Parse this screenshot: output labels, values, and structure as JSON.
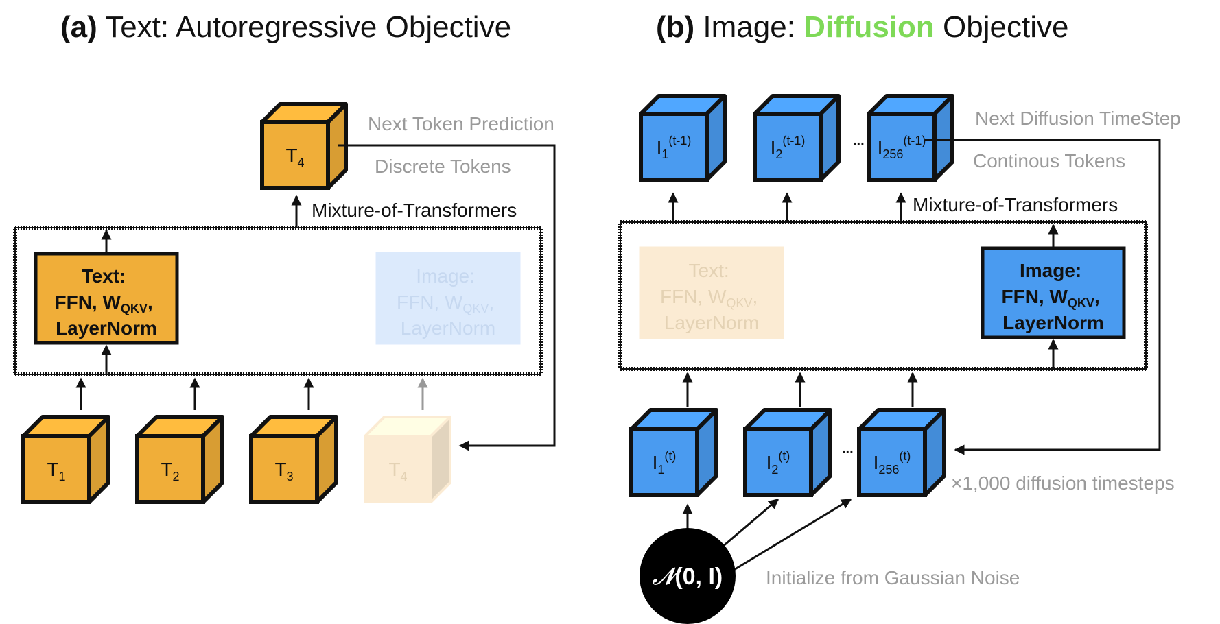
{
  "colors": {
    "orange": "#F0AE39",
    "orange_faded": "#FBEBD3",
    "blue": "#4A9BF0",
    "blue_faded": "#DCEAFC",
    "green_accent": "#7ED957",
    "ink": "#111111",
    "gray_text": "#9A9A9A",
    "faded_text": "#E4D2B4",
    "faded_text_blue": "#C6D8F0"
  },
  "panel_a": {
    "title_prefix": "(a)",
    "title_rest": " Text: Autoregressive Objective",
    "next_token_label": "Next Token Prediction",
    "discrete_label": "Discrete Tokens",
    "mot_label": "Mixture-of-Transformers",
    "output_token": {
      "base": "T",
      "sub": "4"
    },
    "input_tokens": [
      {
        "base": "T",
        "sub": "1"
      },
      {
        "base": "T",
        "sub": "2"
      },
      {
        "base": "T",
        "sub": "3"
      },
      {
        "base": "T",
        "sub": "4"
      }
    ],
    "text_module": {
      "line1": "Text:",
      "line2_pre": "FFN, W",
      "line2_sub": "QKV",
      "line2_post": ",",
      "line3": "LayerNorm"
    },
    "image_module": {
      "line1": "Image:",
      "line2_pre": "FFN, W",
      "line2_sub": "QKV",
      "line2_post": ",",
      "line3": "LayerNorm"
    }
  },
  "panel_b": {
    "title_prefix": "(b)",
    "title_mid": " Image: ",
    "title_accent": "Diffusion",
    "title_end": " Objective",
    "next_step_label": "Next Diffusion TimeStep",
    "continuous_label": "Continous Tokens",
    "mot_label": "Mixture-of-Transformers",
    "timesteps_label": "×1,000 diffusion timesteps",
    "noise_label": "Initialize from Gaussian Noise",
    "noise_node": {
      "script": "𝒩",
      "rest": "(0, I)"
    },
    "ellipsis": "...",
    "output_tokens": [
      {
        "base": "I",
        "sub": "1",
        "sup": "(t-1)"
      },
      {
        "base": "I",
        "sub": "2",
        "sup": "(t-1)"
      },
      {
        "base": "I",
        "sub": "256",
        "sup": "(t-1)"
      }
    ],
    "input_tokens": [
      {
        "base": "I",
        "sub": "1",
        "sup": "(t)"
      },
      {
        "base": "I",
        "sub": "2",
        "sup": "(t)"
      },
      {
        "base": "I",
        "sub": "256",
        "sup": "(t)"
      }
    ],
    "text_module": {
      "line1": "Text:",
      "line2_pre": "FFN, W",
      "line2_sub": "QKV",
      "line2_post": ",",
      "line3": "LayerNorm"
    },
    "image_module": {
      "line1": "Image:",
      "line2_pre": "FFN, W",
      "line2_sub": "QKV",
      "line2_post": ",",
      "line3": "LayerNorm"
    }
  }
}
